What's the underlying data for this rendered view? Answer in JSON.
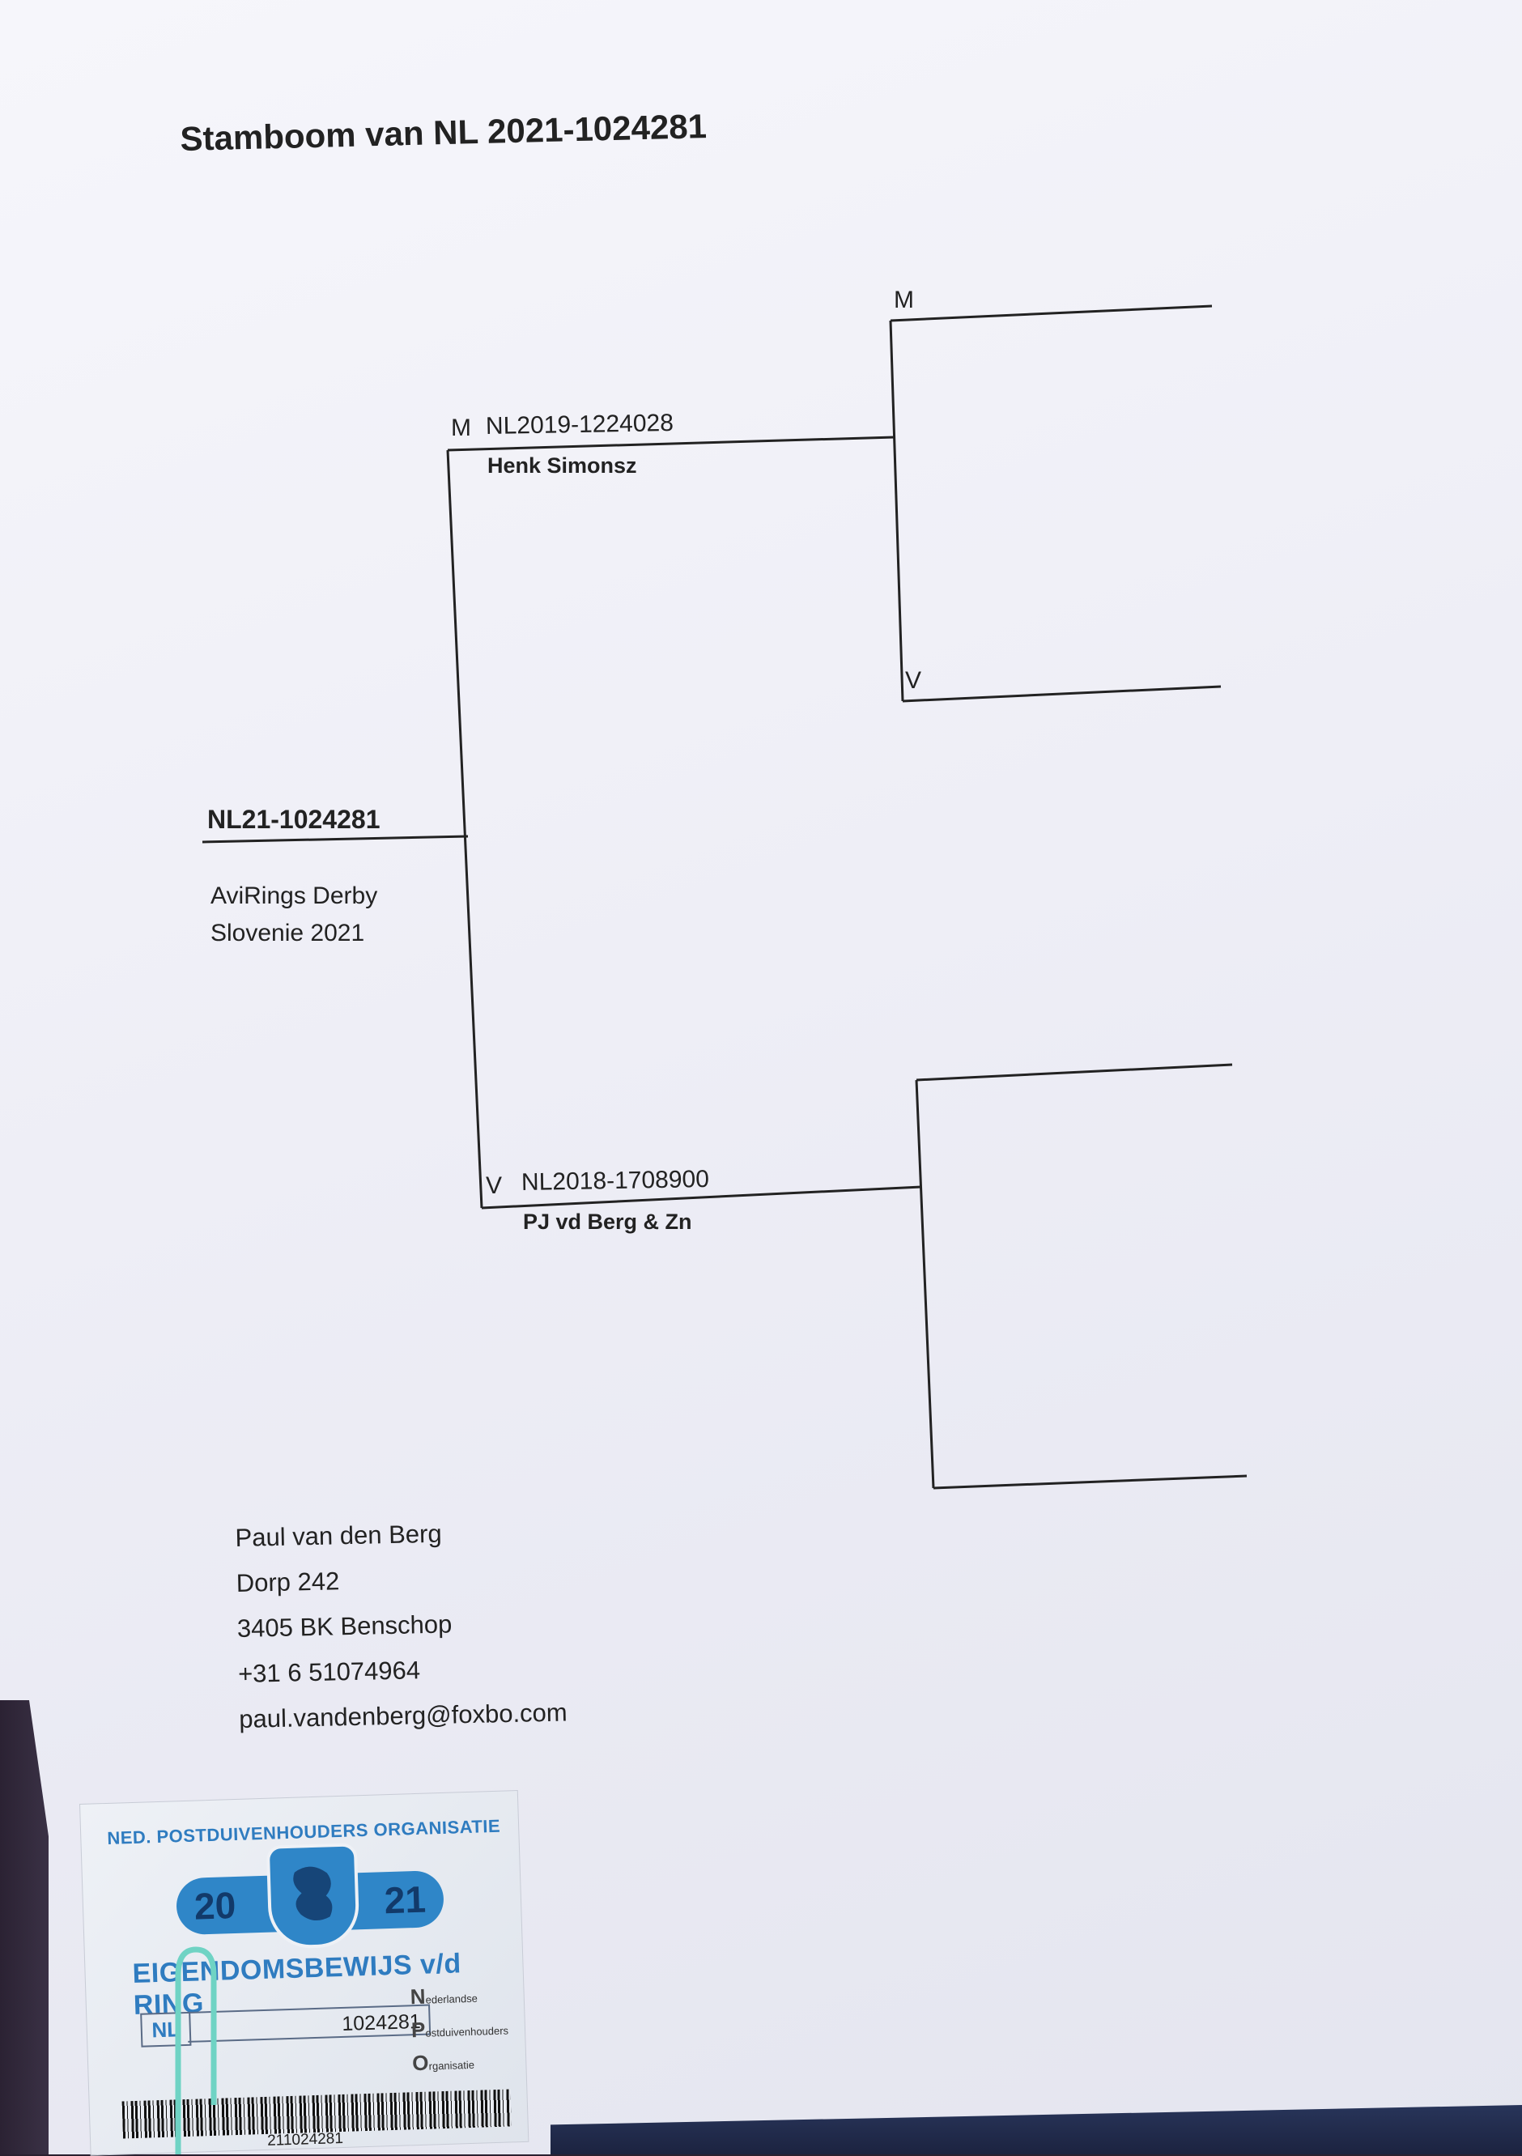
{
  "document": {
    "title": "Stamboom van NL 2021-1024281",
    "subject": {
      "ring": "NL21-1024281",
      "note_line1": "AviRings Derby",
      "note_line2": "Slovenie 2021"
    },
    "father": {
      "prefix": "M",
      "ring": "NL2019-1224028",
      "breeder": "Henk Simonsz"
    },
    "mother": {
      "prefix": "V",
      "ring": "NL2018-1708900",
      "breeder": "PJ vd Berg & Zn"
    },
    "grandparents": {
      "father_father_prefix": "M",
      "father_mother_prefix": "V"
    },
    "address": {
      "name": "Paul van den Berg",
      "street": "Dorp 242",
      "city": "3405 BK  Benschop",
      "phone": "+31 6 51074964",
      "email": "paul.vandenberg@foxbo.com"
    }
  },
  "ring_card": {
    "organisation": "NED. POSTDUIVENHOUDERS ORGANISATIE",
    "year_left": "20",
    "year_right": "21",
    "heading": "EIGENDOMSBEWIJS v/d RING",
    "country": "NL",
    "ring_number": "1024281",
    "npo_n": "N",
    "npo_n_word": "ederlandse",
    "npo_p": "P",
    "npo_p_word": "ostduivenhouders",
    "npo_o": "O",
    "npo_o_word": "rganisatie",
    "barcode_number": "211024281"
  },
  "colors": {
    "card_blue": "#2f86c8",
    "line": "#222222",
    "paper": "#f1f1f8"
  }
}
